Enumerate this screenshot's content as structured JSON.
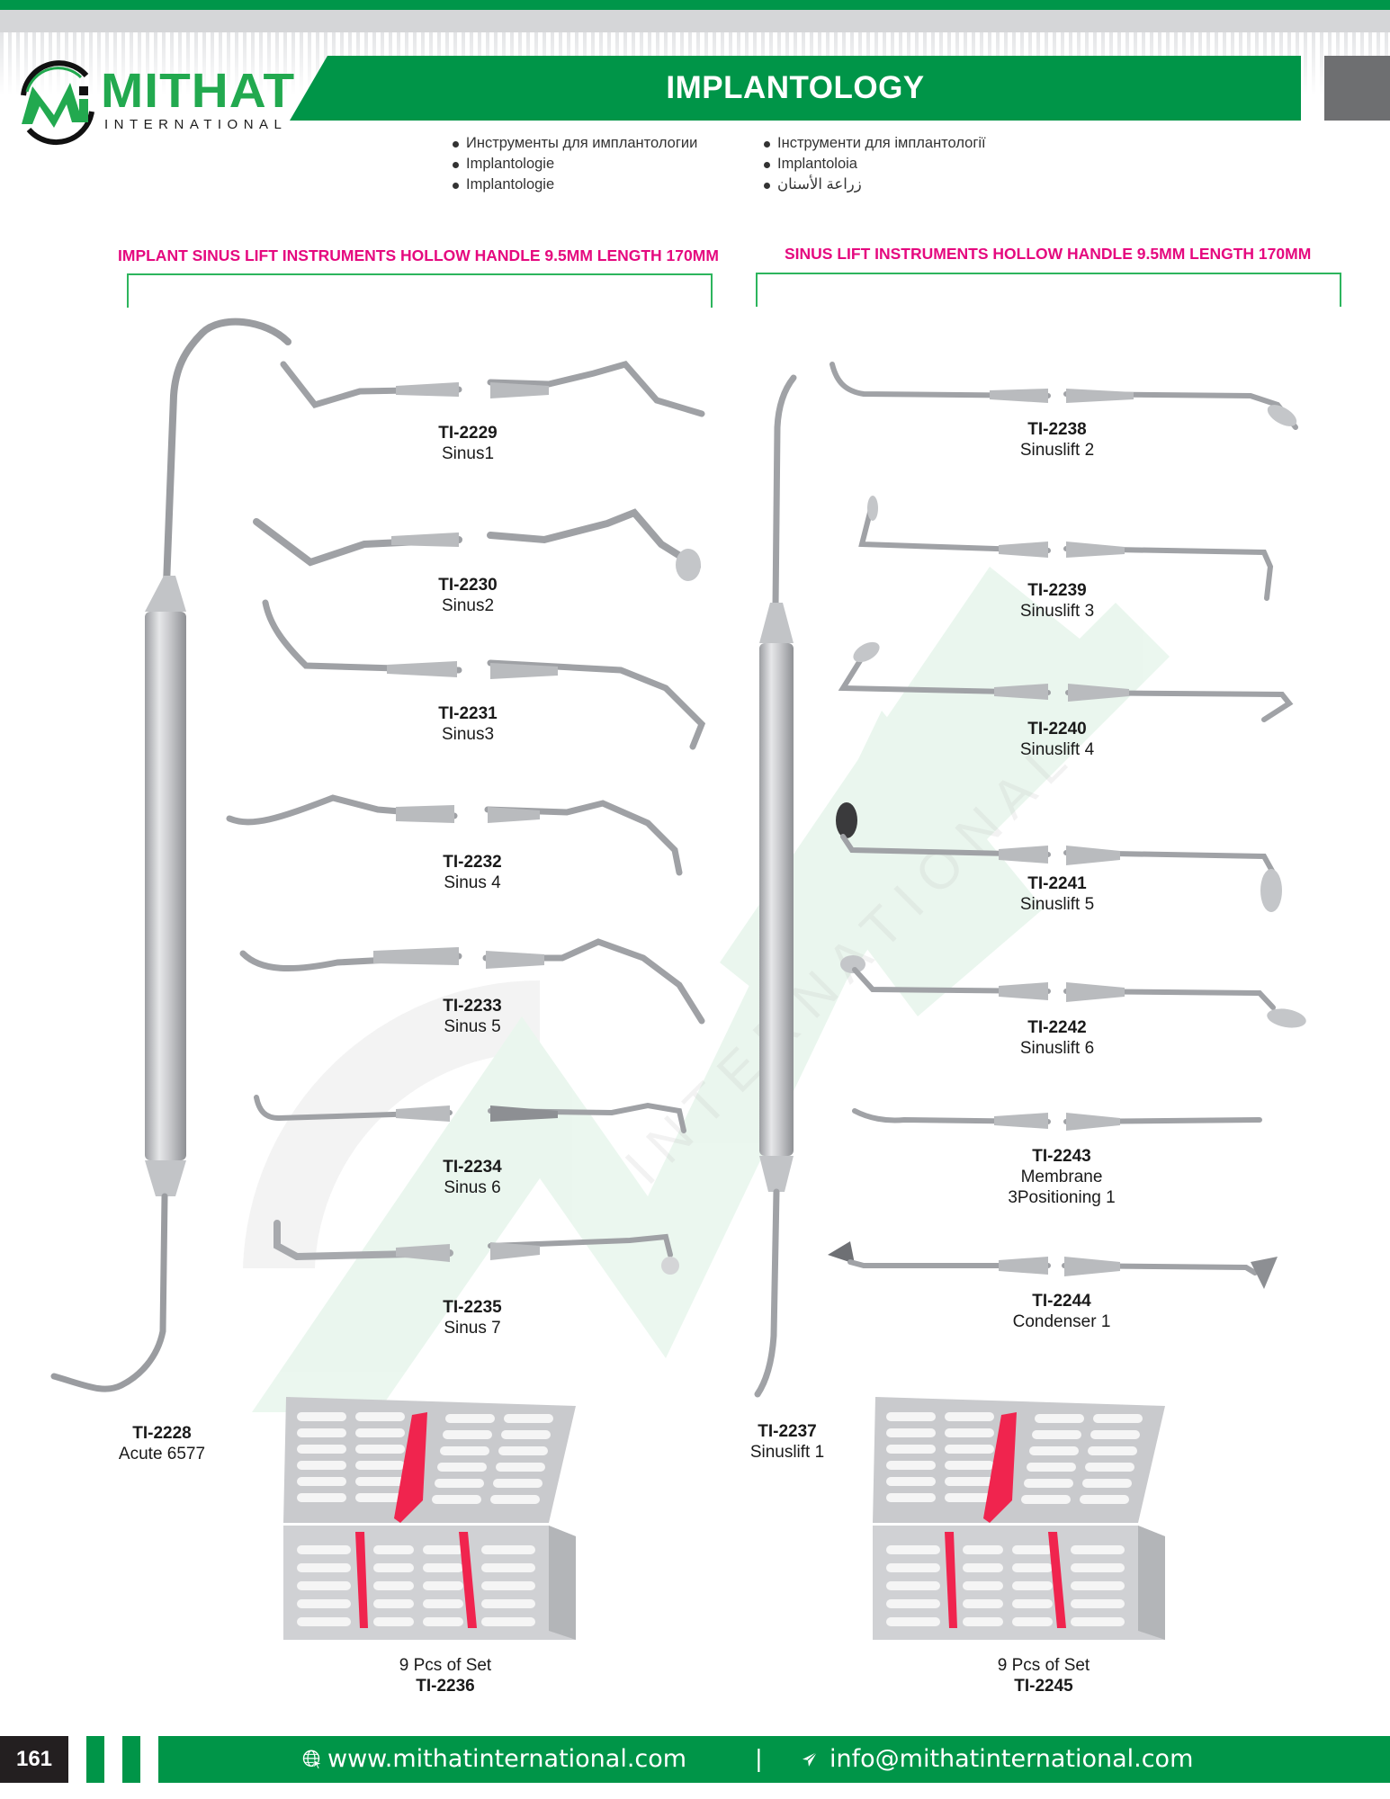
{
  "header": {
    "logo": {
      "name": "MITHAT",
      "subtitle": "INTERNATIONAL"
    },
    "title": "IMPLANTOLOGY",
    "translations_col1": [
      "Инструменты для имплантологии",
      "Implantologie",
      "Implantologie"
    ],
    "translations_col2": [
      "Інструменти для імплантології",
      "Implantoloia",
      "زراعة الأسنان"
    ]
  },
  "sections": [
    {
      "title": "IMPLANT SINUS LIFT INSTRUMENTS HOLLOW HANDLE 9.5MM LENGTH 170MM",
      "main_item": {
        "code": "TI-2228",
        "name": "Acute 6577"
      },
      "items": [
        {
          "code": "TI-2229",
          "name": "Sinus1"
        },
        {
          "code": "TI-2230",
          "name": "Sinus2"
        },
        {
          "code": "TI-2231",
          "name": "Sinus3"
        },
        {
          "code": "TI-2232",
          "name": "Sinus 4"
        },
        {
          "code": "TI-2233",
          "name": "Sinus 5"
        },
        {
          "code": "TI-2234",
          "name": "Sinus 6"
        },
        {
          "code": "TI-2235",
          "name": "Sinus 7"
        }
      ],
      "set": {
        "label": "9 Pcs of Set",
        "code": "TI-2236"
      }
    },
    {
      "title": "SINUS LIFT INSTRUMENTS HOLLOW HANDLE 9.5MM LENGTH 170MM",
      "main_item": {
        "code": "TI-2237",
        "name": "Sinuslift 1"
      },
      "items": [
        {
          "code": "TI-2238",
          "name": "Sinuslift 2"
        },
        {
          "code": "TI-2239",
          "name": "Sinuslift 3"
        },
        {
          "code": "TI-2240",
          "name": "Sinuslift 4"
        },
        {
          "code": "TI-2241",
          "name": "Sinuslift 5"
        },
        {
          "code": "TI-2242",
          "name": "Sinuslift 6"
        },
        {
          "code": "TI-2243",
          "name": "Membrane",
          "name2": "3Positioning 1"
        },
        {
          "code": "TI-2244",
          "name": "Condenser 1"
        }
      ],
      "set": {
        "label": "9 Pcs of Set",
        "code": "TI-2245"
      }
    }
  ],
  "footer": {
    "page_number": "161",
    "website": "www.mithatinternational.com",
    "separator": "|",
    "email": "info@mithatinternational.com",
    "icons": {
      "website": "globe-icon",
      "email": "paper-plane-icon"
    }
  },
  "colors": {
    "brand_green": "#009548",
    "logo_green": "#22a94f",
    "heading_pink": "#e5097f",
    "bracket_green": "#2db55d",
    "grey_box": "#6e6f71"
  }
}
